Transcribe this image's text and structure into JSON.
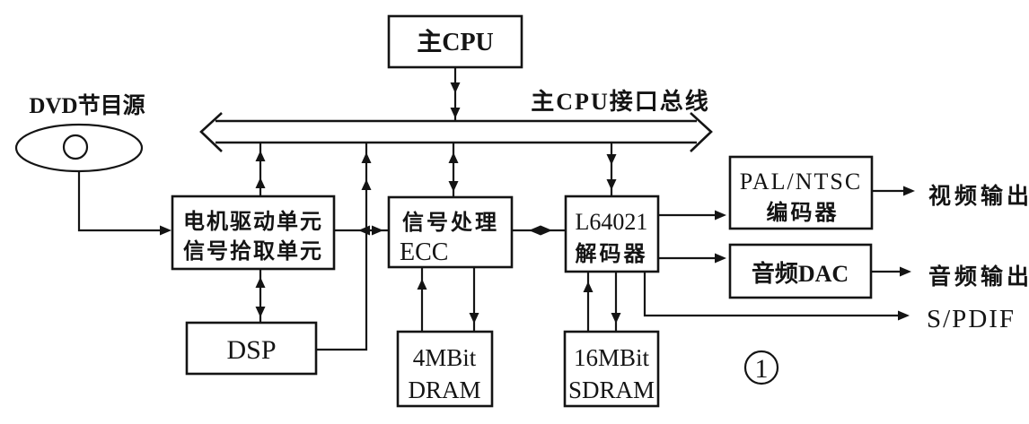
{
  "diagram": {
    "bus_label": "主CPU接口总线",
    "figure_marker": "1",
    "nodes": {
      "main_cpu": {
        "label": "主CPU"
      },
      "dvd_source": {
        "label": "DVD节目源"
      },
      "motor_drive": {
        "line1": "电机驱动单元",
        "line2": "信号拾取单元"
      },
      "signal_ecc": {
        "line1": "信号处理",
        "line2": "ECC"
      },
      "decoder": {
        "line1": "L64021",
        "line2": "解码器"
      },
      "pal_ntsc": {
        "line1": "PAL/NTSC",
        "line2": "编码器"
      },
      "audio_dac": {
        "label": "音频DAC"
      },
      "dsp": {
        "label": "DSP"
      },
      "dram": {
        "line1": "4MBit",
        "line2": "DRAM"
      },
      "sdram": {
        "line1": "16MBit",
        "line2": "SDRAM"
      }
    },
    "outputs": {
      "video": "视频输出",
      "audio": "音频输出",
      "spdif": "S/PDIF"
    },
    "colors": {
      "ink": "#141414",
      "background": "#ffffff"
    }
  }
}
